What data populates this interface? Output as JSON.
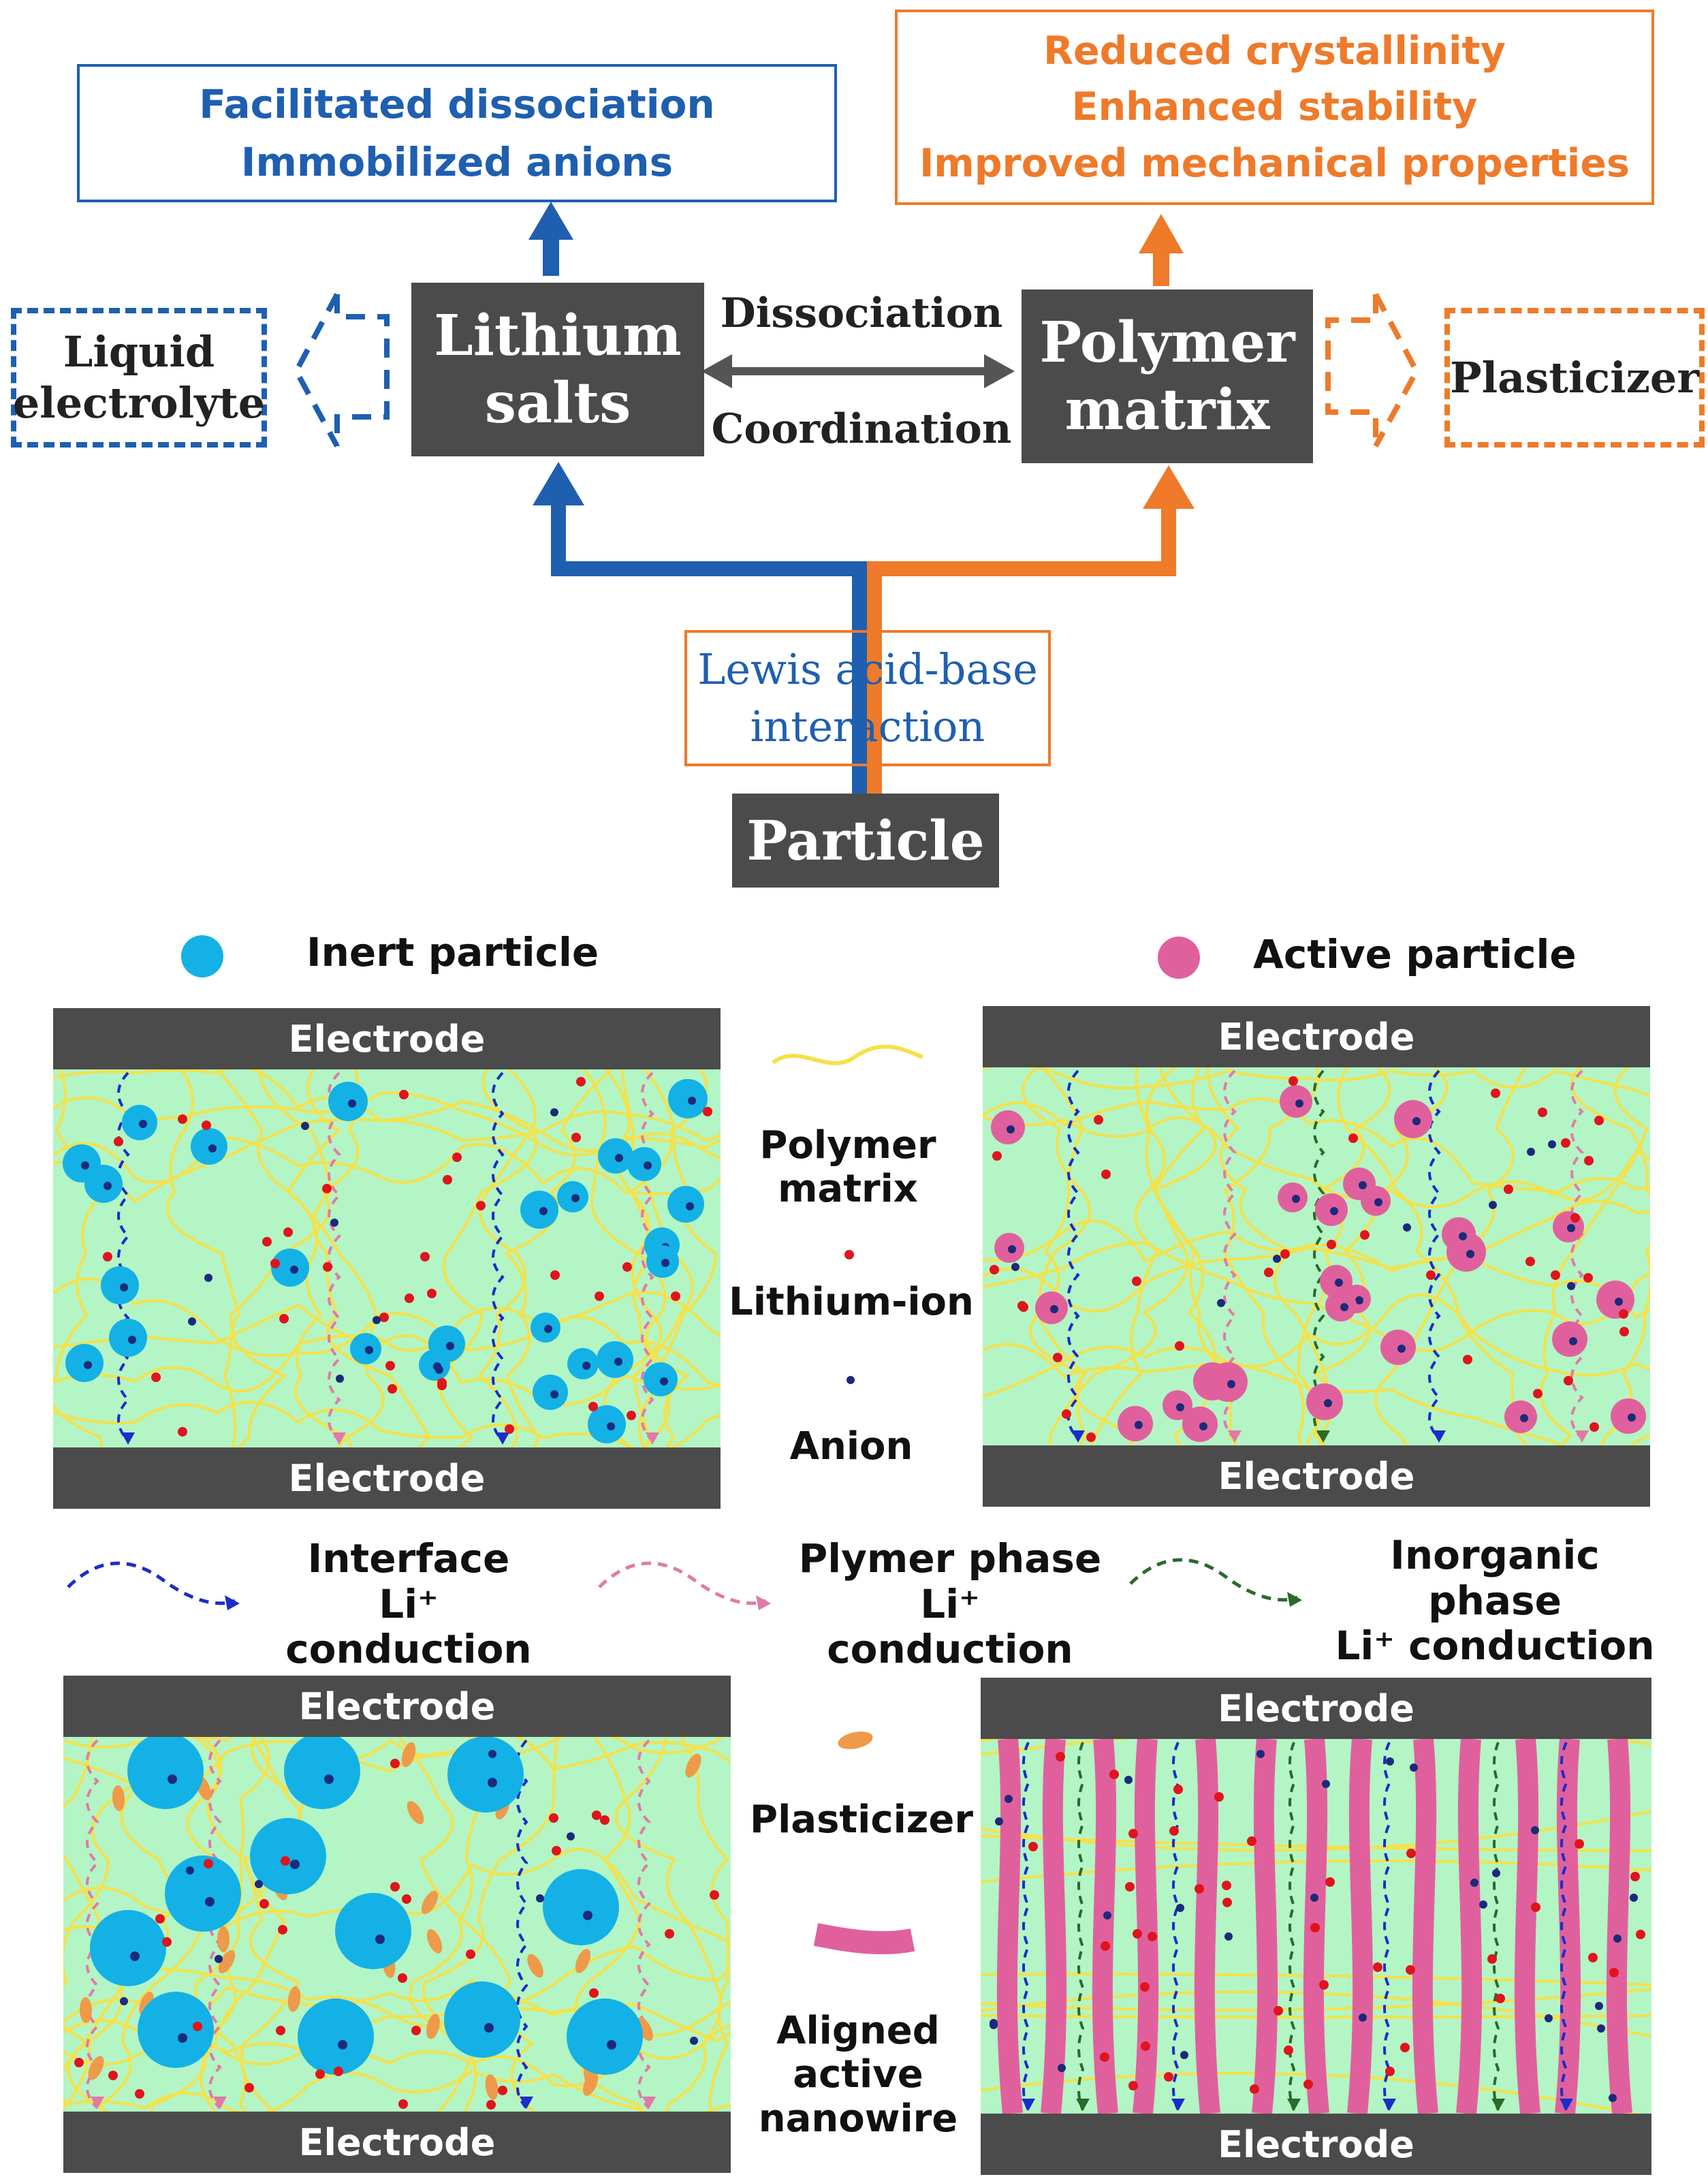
{
  "top": {
    "effect_left": {
      "line1": "Facilitated dissociation",
      "line2": "Immobilized anions"
    },
    "effect_right": {
      "line1": "Reduced crystallinity",
      "line2": "Enhanced stability",
      "line3": "Improved mechanical properties"
    },
    "liquid_electrolyte": {
      "line1": "Liquid",
      "line2": "electrolyte"
    },
    "lithium_salts": {
      "line1": "Lithium",
      "line2": "salts"
    },
    "dissociation": "Dissociation",
    "coordination": "Coordination",
    "polymer_matrix": {
      "line1": "Polymer",
      "line2": "matrix"
    },
    "plasticizer": "Plasticizer",
    "lewis": {
      "line1": "Lewis acid-base",
      "line2": "interaction"
    },
    "particle": "Particle"
  },
  "legend_top": {
    "inert_particle": "Inert particle",
    "active_particle": "Active particle"
  },
  "legend_mid": {
    "polymer_matrix": {
      "line1": "Polymer",
      "line2": "matrix"
    },
    "lithium_ion": "Lithium-ion",
    "anion": "Anion",
    "plasticizer": "Plasticizer",
    "aligned_nanowire": {
      "line1": "Aligned",
      "line2": "active",
      "line3": "nanowire"
    }
  },
  "conduction": {
    "interface": {
      "line1": "Interface",
      "line2": "Li⁺ conduction"
    },
    "polymer": {
      "line1": "Plymer phase",
      "line2": "Li⁺ conduction"
    },
    "inorganic": {
      "line1": "Inorganic phase",
      "line2": "Li⁺ conduction"
    }
  },
  "electrode_label": "Electrode",
  "colors": {
    "blue": "#1f5fb0",
    "orange": "#ee7a2a",
    "dark_box": "#4b4b4b",
    "matrix_bg": "#b3f5c5",
    "polymer_chain": "#f5e14a",
    "inert_particle": "#13b1e6",
    "active_particle": "#e0609e",
    "lithium_ion": "#e0141c",
    "anion": "#1b2a7a",
    "plasticizer": "#ee9a4a",
    "interface_path": "#1b2dc8",
    "polymer_path": "#e07aa8",
    "inorganic_path": "#2a6a2a"
  }
}
